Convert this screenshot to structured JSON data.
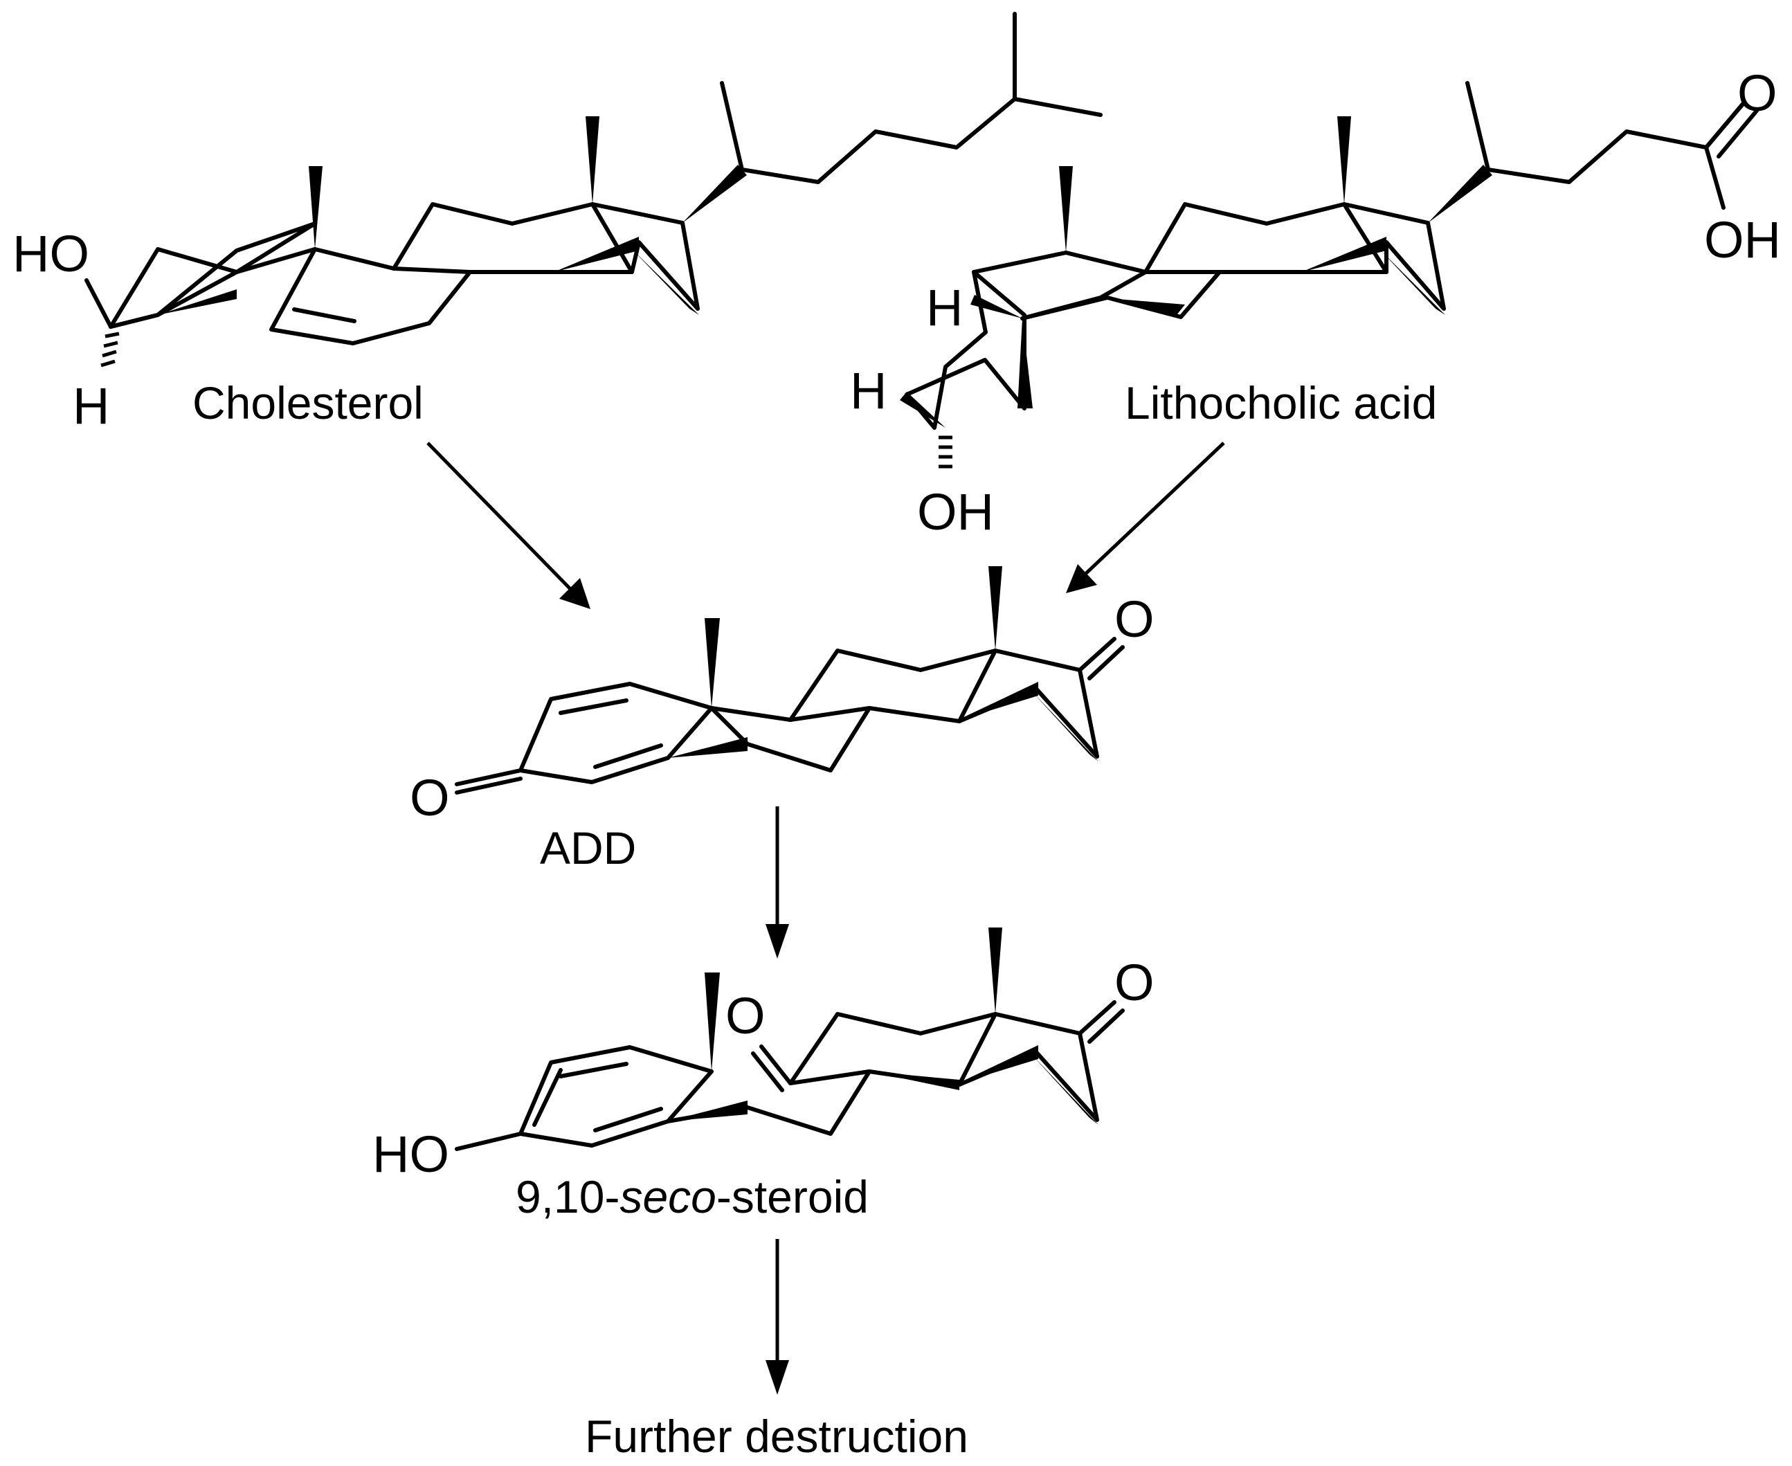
{
  "compounds": {
    "cholesterol": {
      "name": "Cholesterol",
      "atom_oh": "HO",
      "atom_h": "H"
    },
    "lithocholic_acid": {
      "name": "Lithocholic acid",
      "atom_h_upper": "H",
      "atom_h_lower": "H",
      "atom_oh": "OH",
      "atom_o_carbonyl": "O",
      "atom_oh_acid": "OH"
    },
    "add": {
      "name": "ADD",
      "atom_o_left": "O",
      "atom_o_right": "O"
    },
    "seco_steroid": {
      "name_prefix": "9,10-",
      "name_italic": "seco",
      "name_suffix": "-steroid",
      "atom_ho": "HO",
      "atom_o_ketone": "O",
      "atom_o_right": "O"
    }
  },
  "final_step": {
    "label": "Further destruction"
  },
  "colors": {
    "ink": "#000000",
    "background": "#ffffff"
  }
}
